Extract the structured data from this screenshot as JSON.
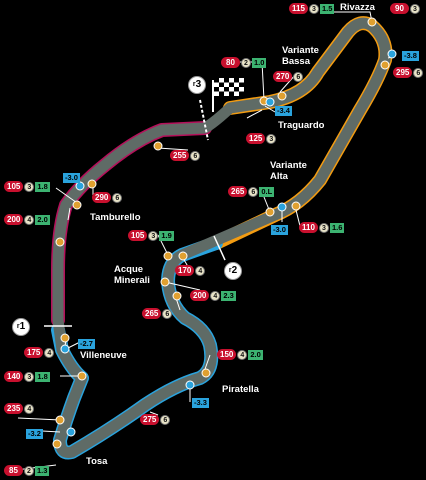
{
  "corners": {
    "rivazza": "Rivazza",
    "variante_bassa_1": "Variante",
    "variante_bassa_2": "Bassa",
    "traguardo": "Traguardo",
    "variante_alta_1": "Variante",
    "variante_alta_2": "Alta",
    "tamburello": "Tamburello",
    "acque_minerali_1": "Acque",
    "acque_minerali_2": "Minerali",
    "villeneuve": "Villeneuve",
    "piratella": "Piratella",
    "tosa": "Tosa"
  },
  "timing_sectors": {
    "s1": "1",
    "s2": "2",
    "s3": "3"
  },
  "callouts": {
    "c1": {
      "speed": "115",
      "gear": "3",
      "delta": "1.5"
    },
    "c2": {
      "speed": "90",
      "gear": "3"
    },
    "c3": {
      "speed": "80",
      "gear": "2",
      "delta": "1.0"
    },
    "c4": {
      "speed": "270",
      "gear": "6"
    },
    "c5": {
      "delta": "-3.8"
    },
    "c6": {
      "speed": "295",
      "gear": "6"
    },
    "c7": {
      "delta": "-3.4"
    },
    "c8": {
      "speed": "125",
      "gear": "3"
    },
    "c9": {
      "speed": "255",
      "gear": "6"
    },
    "c10": {
      "delta": "-3.0"
    },
    "c11": {
      "speed": "105",
      "gear": "3",
      "delta": "1.8"
    },
    "c12": {
      "speed": "290",
      "gear": "6"
    },
    "c13": {
      "speed": "200",
      "gear": "4",
      "delta": "2.0"
    },
    "c14": {
      "speed": "265",
      "gear": "6",
      "delta": "0.L"
    },
    "c15": {
      "delta": "-3.0"
    },
    "c16": {
      "speed": "110",
      "gear": "3",
      "delta": "1.6"
    },
    "c17": {
      "speed": "105",
      "gear": "3",
      "delta": "1.9"
    },
    "c18": {
      "speed": "170",
      "gear": "4"
    },
    "c19": {
      "speed": "200",
      "gear": "4",
      "delta": "2.3"
    },
    "c20": {
      "speed": "265",
      "gear": "6"
    },
    "c21": {
      "delta": "-2.7"
    },
    "c22": {
      "speed": "175",
      "gear": "4"
    },
    "c23": {
      "speed": "150",
      "gear": "4",
      "delta": "2.0"
    },
    "c24": {
      "speed": "140",
      "gear": "3",
      "delta": "1.8"
    },
    "c25": {
      "speed": "235",
      "gear": "4"
    },
    "c26": {
      "delta": "-3.3"
    },
    "c27": {
      "speed": "275",
      "gear": "6"
    },
    "c28": {
      "delta": "-3.2"
    },
    "c29": {
      "speed": "85",
      "gear": "2",
      "delta": "1.3"
    }
  },
  "colors": {
    "sector1": "#b5105a",
    "sector2": "#2aa3dd",
    "sector3": "#f39c12",
    "track": "#5f6b66",
    "kerb": "#c8102e"
  }
}
